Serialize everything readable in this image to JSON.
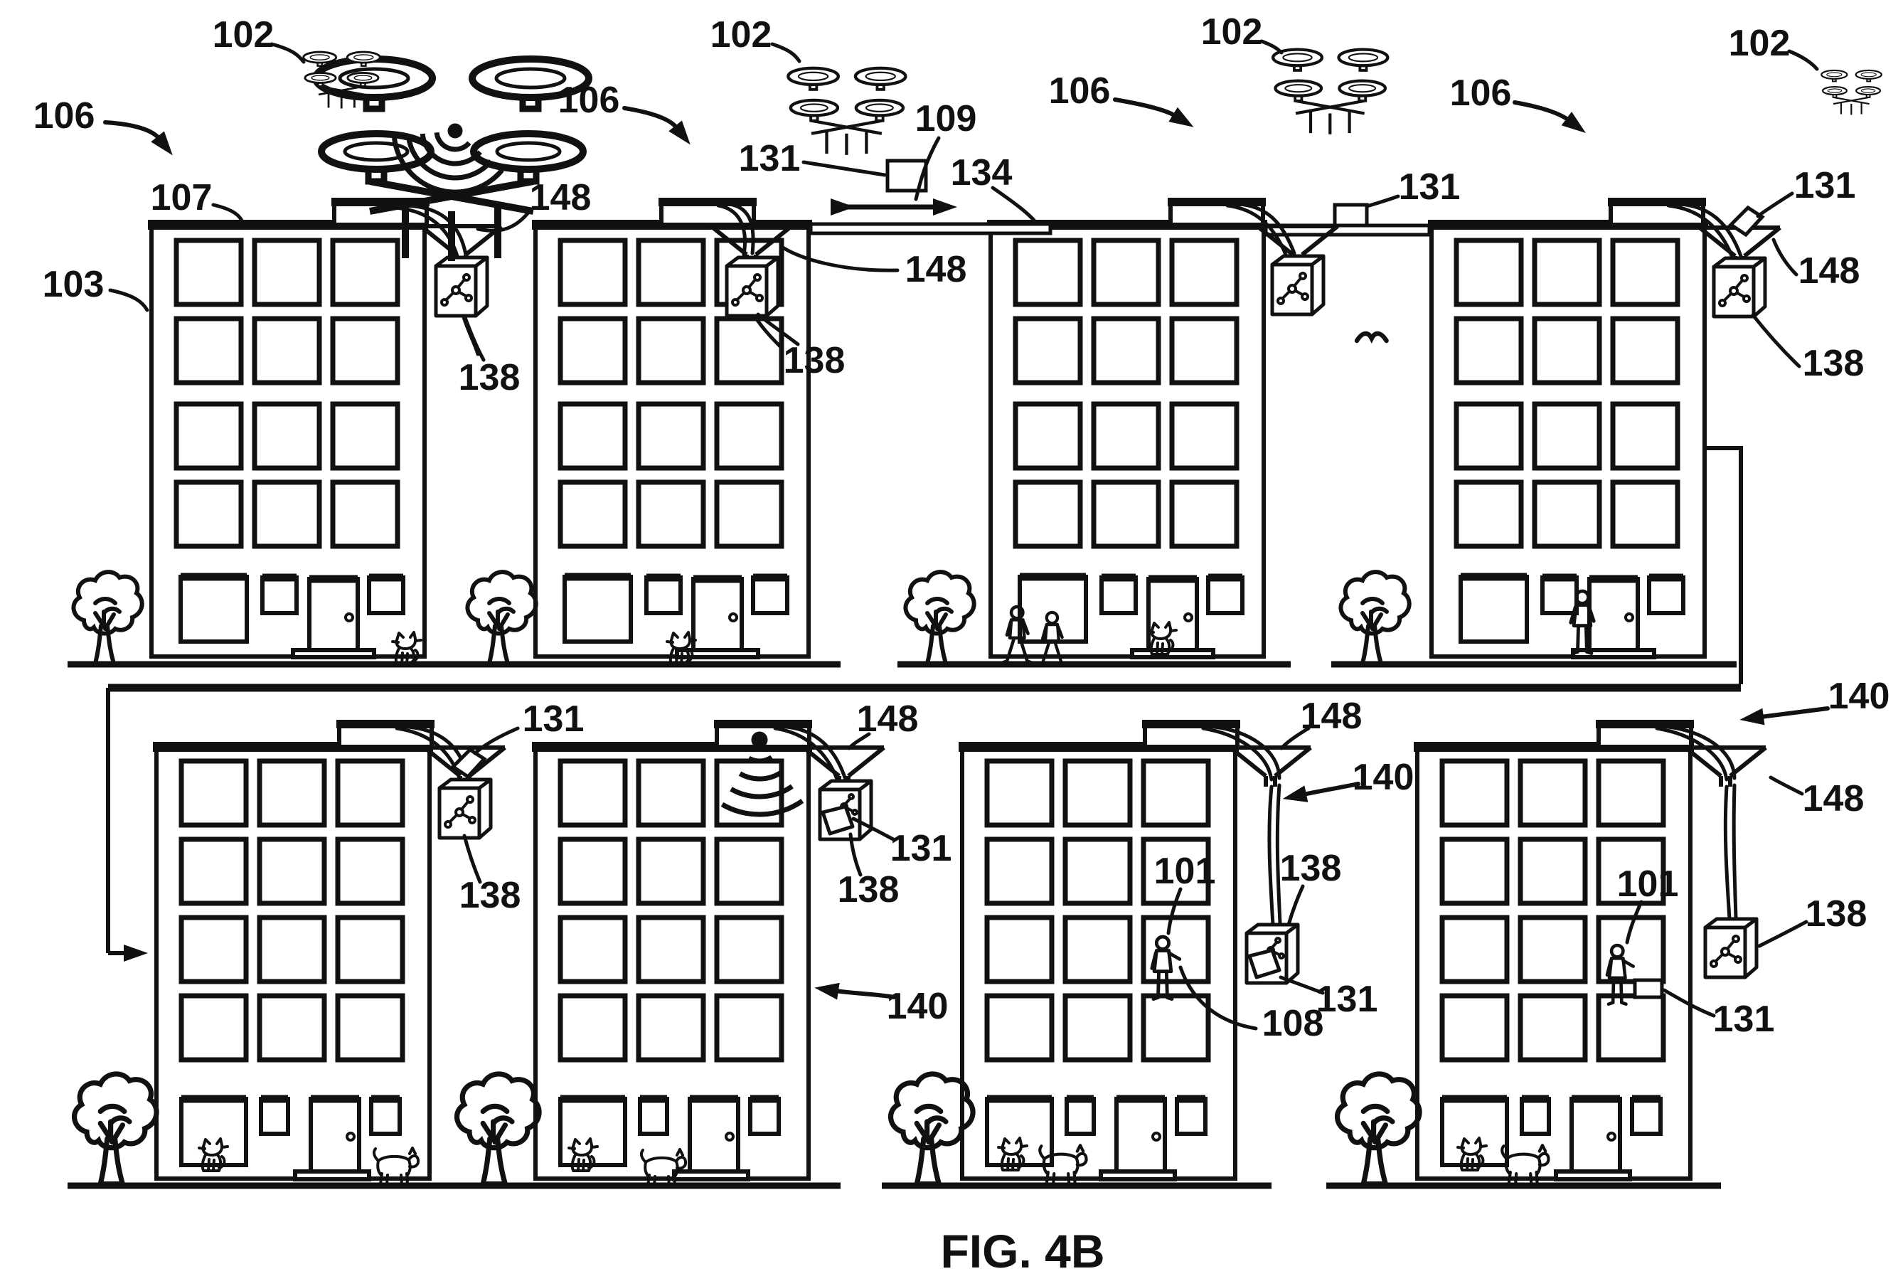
{
  "figure": {
    "caption": "FIG. 4B",
    "kind": "patent-line-drawing",
    "description": "Two rows of four apartment buildings with delivery drones, rooftop rails, funnel chutes and suspended package boxes"
  },
  "colors": {
    "ink": "#111111",
    "background": "#ffffff"
  },
  "scene": {
    "building_rows": 2,
    "buildings_per_row": 4,
    "drones": 4,
    "wifi_signals": 2,
    "trees": 8,
    "cats": 7,
    "dogs": 4,
    "people_on_street": 3,
    "people_in_windows": 2,
    "rails": 2,
    "funnels": 8,
    "package_boxes": 9
  },
  "icons": {
    "drone": "quadcopter-drone",
    "wifi": "signal-arcs",
    "package": "delivery-box-with-logo",
    "funnel": "catch-funnel-chute",
    "tree": "street-tree",
    "cat": "cat",
    "dog": "dog",
    "person": "person",
    "bird": "flying-bird",
    "arrow": "direction-arrow"
  },
  "callouts": [
    {
      "ref": "106"
    },
    {
      "ref": "102"
    },
    {
      "ref": "107"
    },
    {
      "ref": "103"
    },
    {
      "ref": "148"
    },
    {
      "ref": "138"
    },
    {
      "ref": "106"
    },
    {
      "ref": "102"
    },
    {
      "ref": "131"
    },
    {
      "ref": "109"
    },
    {
      "ref": "134"
    },
    {
      "ref": "148"
    },
    {
      "ref": "138"
    },
    {
      "ref": "106"
    },
    {
      "ref": "102"
    },
    {
      "ref": "131"
    },
    {
      "ref": "106"
    },
    {
      "ref": "102"
    },
    {
      "ref": "131"
    },
    {
      "ref": "148"
    },
    {
      "ref": "138"
    },
    {
      "ref": "131"
    },
    {
      "ref": "138"
    },
    {
      "ref": "148"
    },
    {
      "ref": "131"
    },
    {
      "ref": "138"
    },
    {
      "ref": "140"
    },
    {
      "ref": "148"
    },
    {
      "ref": "140"
    },
    {
      "ref": "138"
    },
    {
      "ref": "101"
    },
    {
      "ref": "131"
    },
    {
      "ref": "108"
    },
    {
      "ref": "140"
    },
    {
      "ref": "101"
    },
    {
      "ref": "131"
    },
    {
      "ref": "138"
    },
    {
      "ref": "148"
    }
  ]
}
